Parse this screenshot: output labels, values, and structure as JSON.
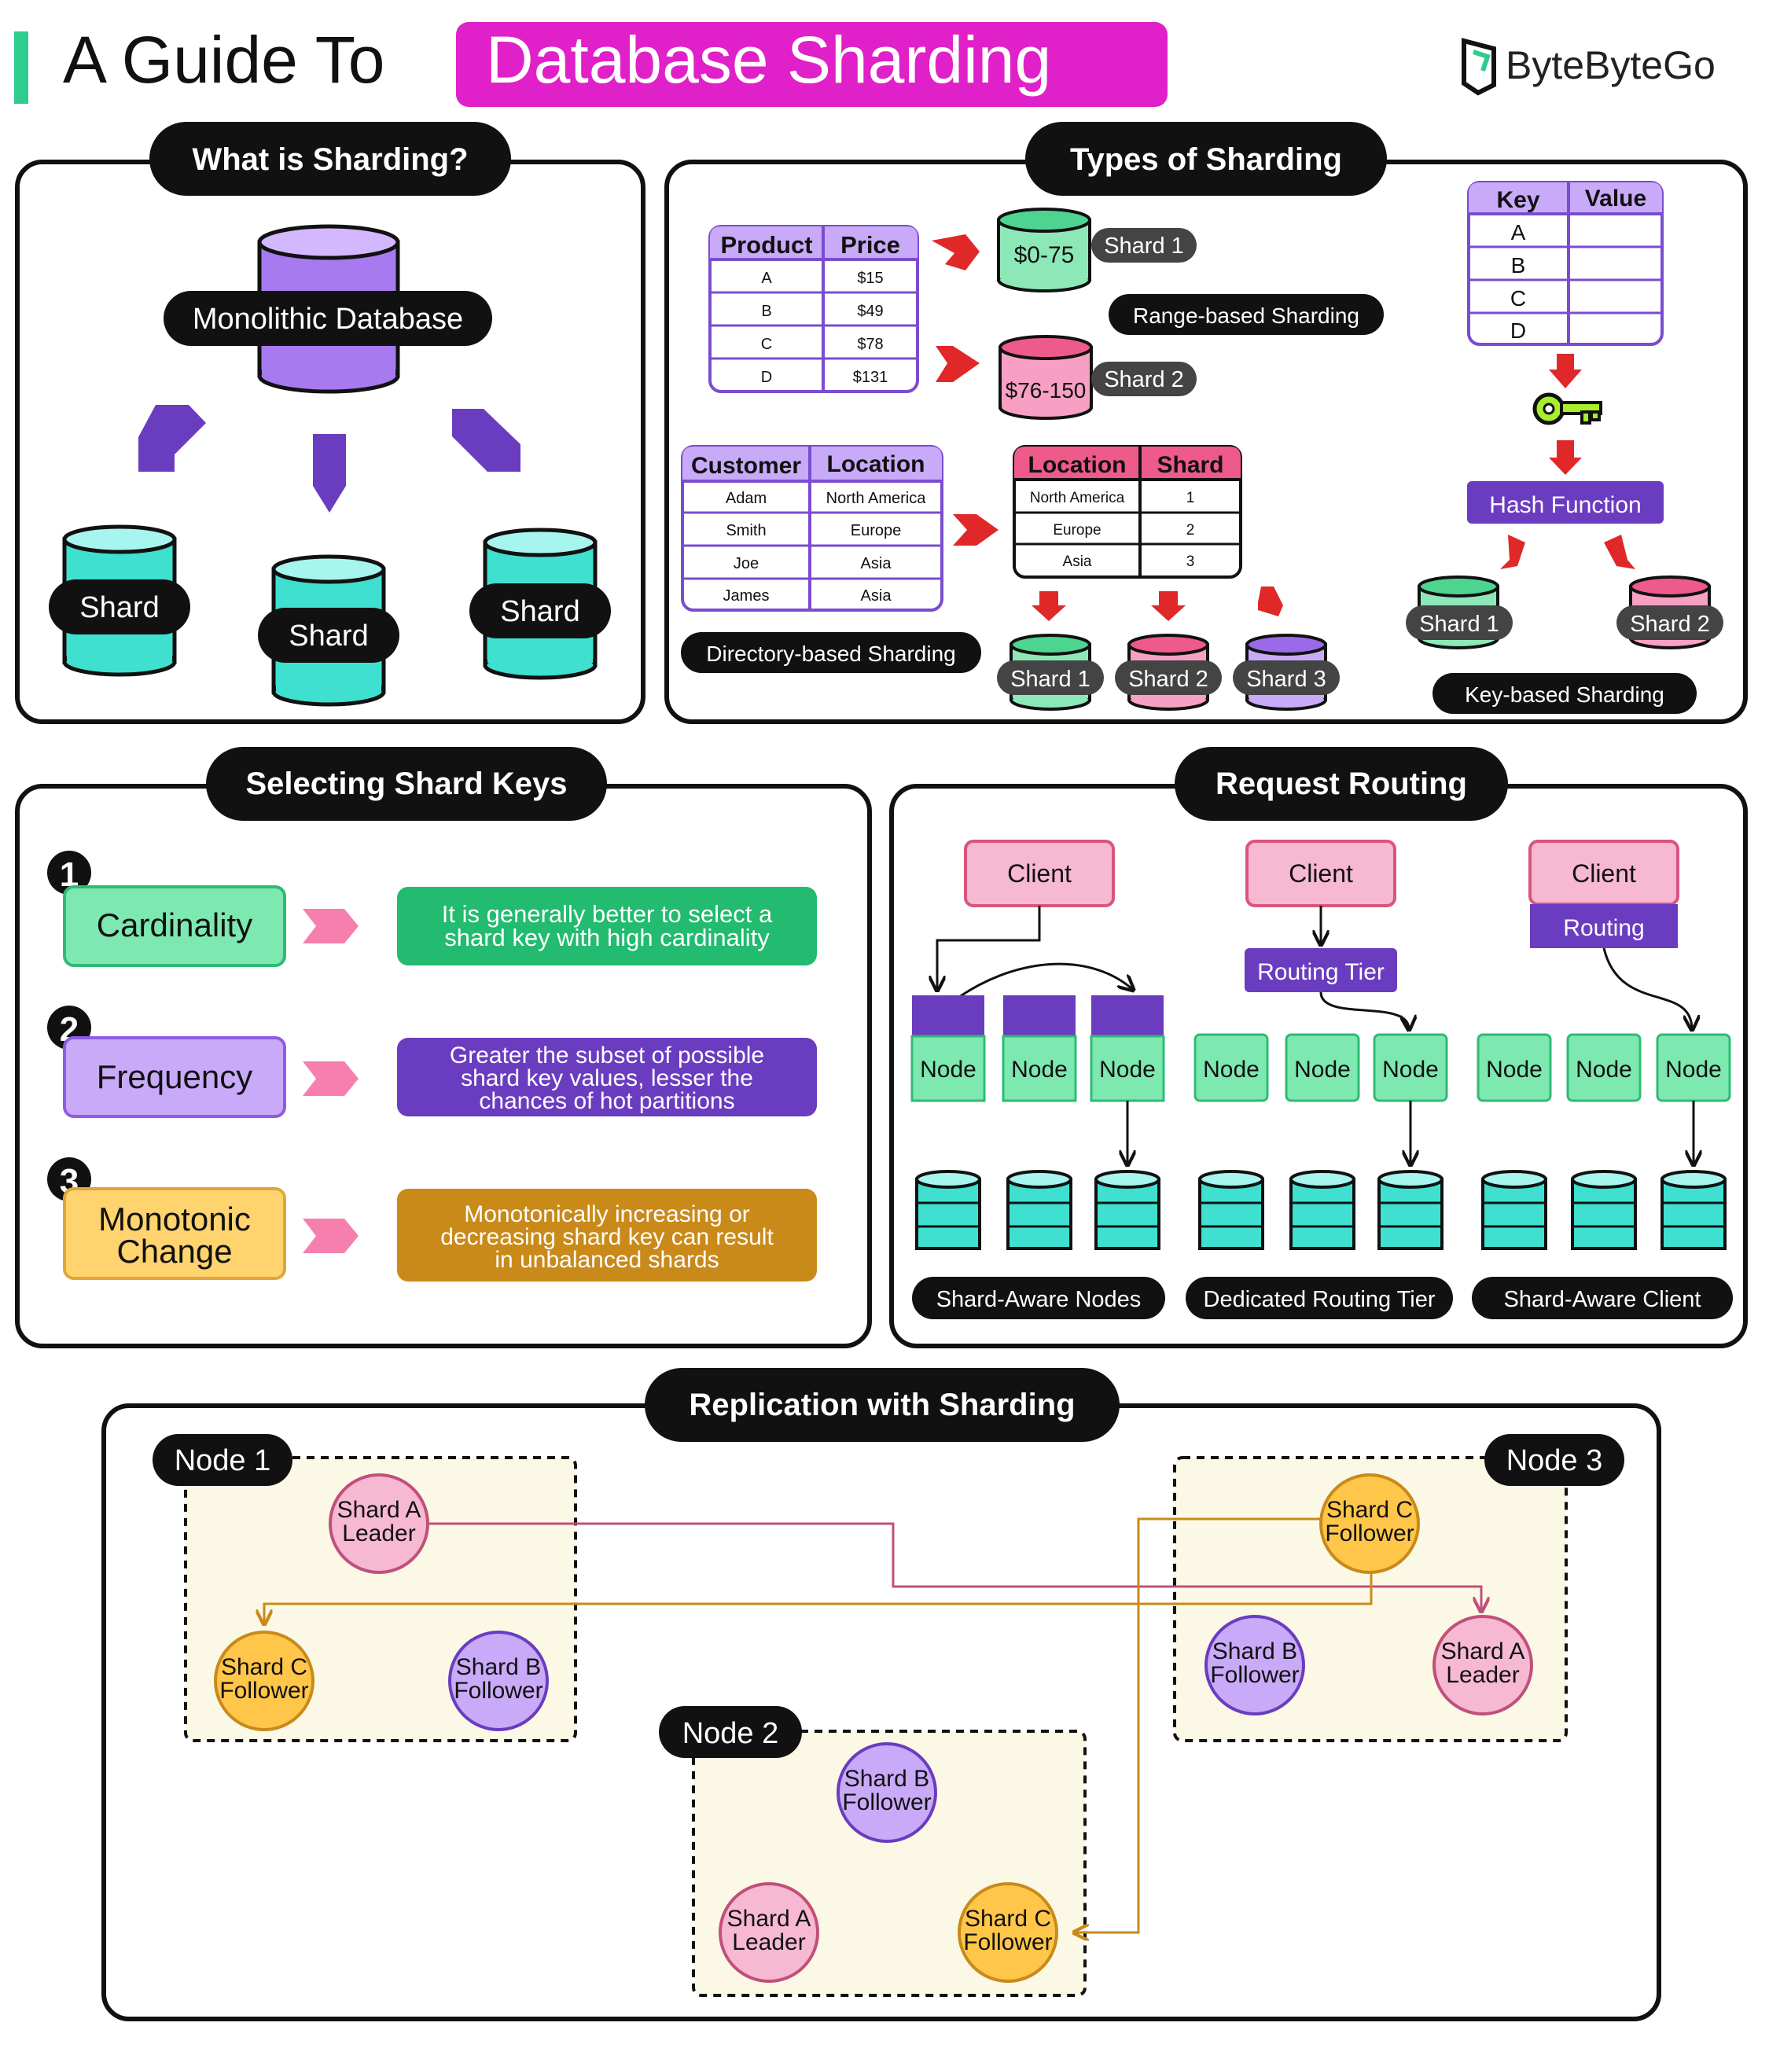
{
  "header": {
    "title_prefix": "A Guide To",
    "title_highlight": "Database Sharding",
    "brand": "ByteByteGo",
    "colors": {
      "accent_bar": "#2ecc8f",
      "highlight": "#e020c8"
    }
  },
  "what_is": {
    "heading": "What is Sharding?",
    "monolith_label": "Monolithic Database",
    "shard_labels": [
      "Shard",
      "Shard",
      "Shard"
    ]
  },
  "types": {
    "heading": "Types of Sharding",
    "range": {
      "headers": [
        "Product",
        "Price"
      ],
      "rows": [
        [
          "A",
          "$15"
        ],
        [
          "B",
          "$49"
        ],
        [
          "C",
          "$78"
        ],
        [
          "D",
          "$131"
        ]
      ],
      "shard1_range": "$0-75",
      "shard1_label": "Shard 1",
      "shard2_range": "$76-150",
      "shard2_label": "Shard 2",
      "caption": "Range-based Sharding"
    },
    "directory": {
      "headers": [
        "Customer",
        "Location"
      ],
      "rows": [
        [
          "Adam",
          "North America"
        ],
        [
          "Smith",
          "Europe"
        ],
        [
          "Joe",
          "Asia"
        ],
        [
          "James",
          "Asia"
        ]
      ],
      "lookup_headers": [
        "Location",
        "Shard"
      ],
      "lookup_rows": [
        [
          "North America",
          "1"
        ],
        [
          "Europe",
          "2"
        ],
        [
          "Asia",
          "3"
        ]
      ],
      "shards": [
        "Shard 1",
        "Shard 2",
        "Shard 3"
      ],
      "caption": "Directory-based Sharding"
    },
    "key": {
      "headers": [
        "Key",
        "Value"
      ],
      "rows": [
        [
          "A",
          ""
        ],
        [
          "B",
          ""
        ],
        [
          "C",
          ""
        ],
        [
          "D",
          ""
        ]
      ],
      "function_label": "Hash Function",
      "shards": [
        "Shard 1",
        "Shard 2"
      ],
      "caption": "Key-based Sharding",
      "key_icon": "key-icon"
    }
  },
  "selecting": {
    "heading": "Selecting Shard Keys",
    "items": [
      {
        "number": "1",
        "label": "Cardinality",
        "desc_lines": [
          "It is generally better to select a",
          "shard key with high cardinality"
        ],
        "color": "#7de8b0",
        "desc_color": "#22bb70"
      },
      {
        "number": "2",
        "label": "Frequency",
        "desc_lines": [
          "Greater the subset of possible",
          "shard key values, lesser the",
          "chances of hot partitions"
        ],
        "color": "#c9aaf8",
        "desc_color": "#6a3cc0"
      },
      {
        "number": "3",
        "label_lines": [
          "Monotonic",
          "Change"
        ],
        "desc_lines": [
          "Monotonically increasing or",
          "decreasing shard key can result",
          "in unbalanced shards"
        ],
        "color": "#ffd36e",
        "desc_color": "#c98a1a"
      }
    ]
  },
  "routing": {
    "heading": "Request Routing",
    "client_label": "Client",
    "routing_label": "Routing",
    "routing_tier_label": "Routing Tier",
    "node_label": "Node",
    "captions": [
      "Shard-Aware Nodes",
      "Dedicated Routing Tier",
      "Shard-Aware Client"
    ]
  },
  "replication": {
    "heading": "Replication with Sharding",
    "nodes": [
      {
        "label": "Node 1",
        "shards": [
          [
            "Shard A",
            "Leader"
          ],
          [
            "Shard C",
            "Follower"
          ],
          [
            "Shard B",
            "Follower"
          ]
        ]
      },
      {
        "label": "Node 2",
        "shards": [
          [
            "Shard B",
            "Follower"
          ],
          [
            "Shard A",
            "Leader"
          ],
          [
            "Shard C",
            "Follower"
          ]
        ]
      },
      {
        "label": "Node 3",
        "shards": [
          [
            "Shard C",
            "Follower"
          ],
          [
            "Shard B",
            "Follower"
          ],
          [
            "Shard A",
            "Leader"
          ]
        ]
      }
    ]
  }
}
